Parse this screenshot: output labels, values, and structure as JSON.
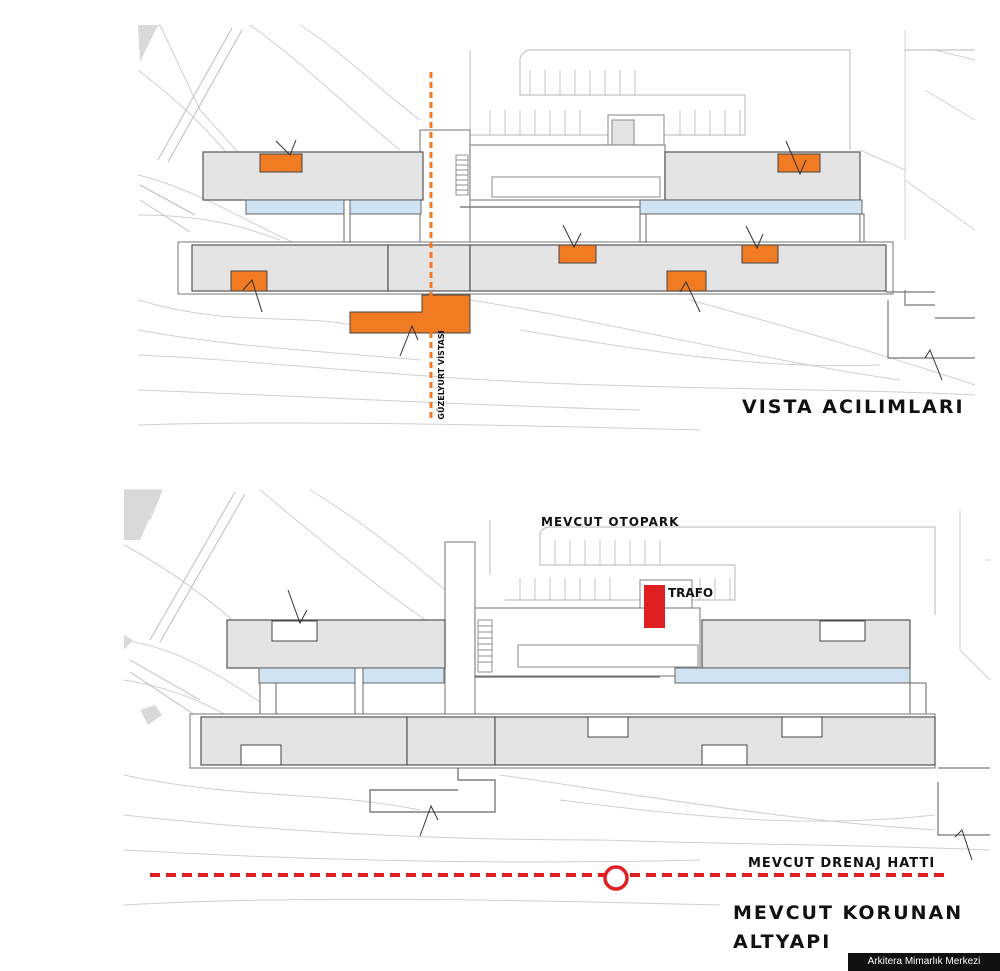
{
  "top_plan": {
    "title": "VISTA ACILIMLARI",
    "vista_label": "GÜZELYURT VİSTASI",
    "colors": {
      "vista": "#f07b22",
      "building": "#e4e4e4",
      "terrace": "#cfe3f3"
    }
  },
  "bottom_plan": {
    "title_line1": "MEVCUT KORUNAN",
    "title_line2": "ALTYAPI",
    "parking_label": "MEVCUT OTOPARK",
    "trafo_label": "TRAFO",
    "drainage_label": "MEVCUT DRENAJ HATTI",
    "colors": {
      "infrastructure": "#e02020",
      "building": "#e4e4e4",
      "terrace": "#cfe3f3"
    }
  },
  "footer": {
    "credit": "Arkitera Mimarlık Merkezi"
  }
}
